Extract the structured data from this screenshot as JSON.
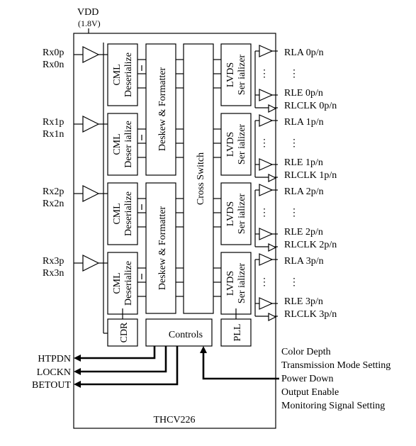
{
  "vdd": {
    "label": "VDD",
    "value": "(1.8V)"
  },
  "chip_name": "THCV226",
  "channels": [
    {
      "in_p": "Rx0p",
      "in_n": "Rx0n",
      "cml": [
        "CML",
        "Deserialize"
      ],
      "lvds": [
        "LVDS",
        "Ser ializer"
      ],
      "out_first": "RLA 0p/n",
      "out_last": "RLE 0p/n",
      "out_clk": "RLCLK 0p/n"
    },
    {
      "in_p": "Rx1p",
      "in_n": "Rx1n",
      "cml": [
        "CML",
        "Deser ialize"
      ],
      "lvds": [
        "LVDS",
        "Ser ializer"
      ],
      "out_first": "RLA 1p/n",
      "out_last": "RLE 1p/n",
      "out_clk": "RLCLK 1p/n"
    },
    {
      "in_p": "Rx2p",
      "in_n": "Rx2n",
      "cml": [
        "CML",
        "Deserialize"
      ],
      "lvds": [
        "LVDS",
        "Ser ializer"
      ],
      "out_first": "RLA 2p/n",
      "out_last": "RLE 2p/n",
      "out_clk": "RLCLK 2p/n"
    },
    {
      "in_p": "Rx3p",
      "in_n": "Rx3n",
      "cml": [
        "CML",
        "Deserialize"
      ],
      "lvds": [
        "LVDS",
        "Ser ializer"
      ],
      "out_first": "RLA 3p/n",
      "out_last": "RLE 3p/n",
      "out_clk": "RLCLK 3p/n"
    }
  ],
  "deskew": "Deskew & Formatter",
  "cross_switch": "Cross Switch",
  "cdr": "CDR",
  "controls": "Controls",
  "pll": "PLL",
  "ellipsis": "⋮",
  "status_outputs": [
    "HTPDN",
    "LOCKN",
    "BETOUT"
  ],
  "control_inputs": [
    "Color Depth",
    "Transmission Mode Setting",
    "Power Down",
    "Output Enable",
    "Monitoring Signal Setting"
  ]
}
